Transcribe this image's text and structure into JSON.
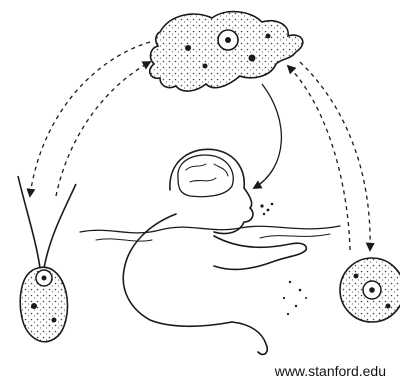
{
  "credit": "www.stanford.edu",
  "stages": [
    {
      "id": "trophozoite",
      "shape": "amoeboid"
    },
    {
      "id": "flagellate",
      "shape": "pear-with-two-flagella"
    },
    {
      "id": "cyst",
      "shape": "round"
    }
  ],
  "figures": [
    {
      "id": "swimmer",
      "detail": "brain-visible"
    }
  ],
  "arrows": [
    {
      "from": "trophozoite",
      "to": "flagellate",
      "style": "dashed"
    },
    {
      "from": "flagellate",
      "to": "trophozoite",
      "style": "dashed"
    },
    {
      "from": "trophozoite",
      "to": "cyst",
      "style": "dashed"
    },
    {
      "from": "cyst",
      "to": "trophozoite",
      "style": "dashed"
    },
    {
      "from": "trophozoite",
      "to": "swimmer",
      "style": "solid"
    }
  ],
  "colors": {
    "ink": "#1a1a1a",
    "paper": "#ffffff",
    "stipple": "#555555"
  }
}
